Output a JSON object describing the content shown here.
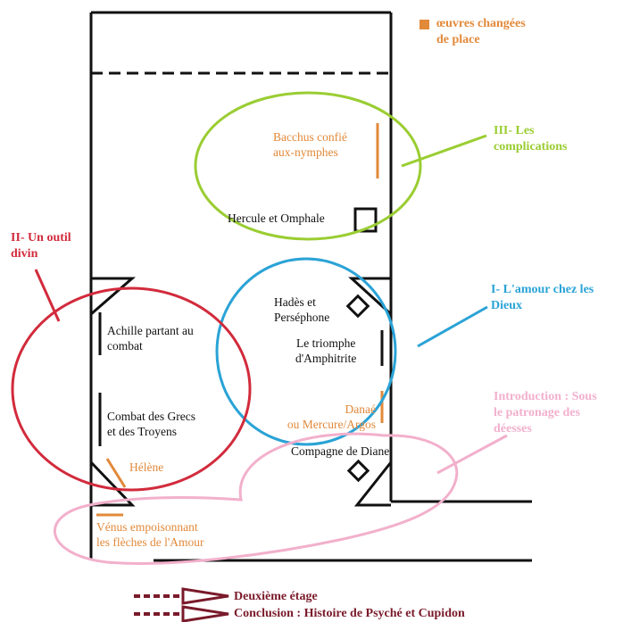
{
  "colors": {
    "orange": "#e2893a",
    "green": "#9acd32",
    "blue": "#2aa3d6",
    "red": "#d22b3c",
    "pink": "#f2b0cc",
    "darkred": "#7a1a2a",
    "black": "#111111"
  },
  "legend": {
    "swatch_color": "#e2893a",
    "label": "œuvres changées\nde place"
  },
  "sections": {
    "complications": "III- Les\ncomplications",
    "outil_divin": "II- Un outil\ndivin",
    "amour_dieux": "I- L'amour chez les\nDieux",
    "introduction": "Introduction : Sous\nle patronage des\ndéesses"
  },
  "works": {
    "bacchus": "Bacchus confié\naux-nymphes",
    "hercule": "Hercule et Omphale",
    "hades": "Hadès et\nPerséphone",
    "amphitrite": "Le triomphe\nd'Amphitrite",
    "danae": "Danaé\nou Mercure/Argos",
    "diane": "Compagne de Diane",
    "achille": "Achille partant au\ncombat",
    "combat": "Combat des Grecs\net des Troyens",
    "helene": "Hélène",
    "venus": "Vénus empoisonnant\nles flèches de l'Amour"
  },
  "footer": {
    "deuxieme_etage": "Deuxième étage",
    "conclusion": "Conclusion : Histoire de Psyché et Cupidon"
  }
}
